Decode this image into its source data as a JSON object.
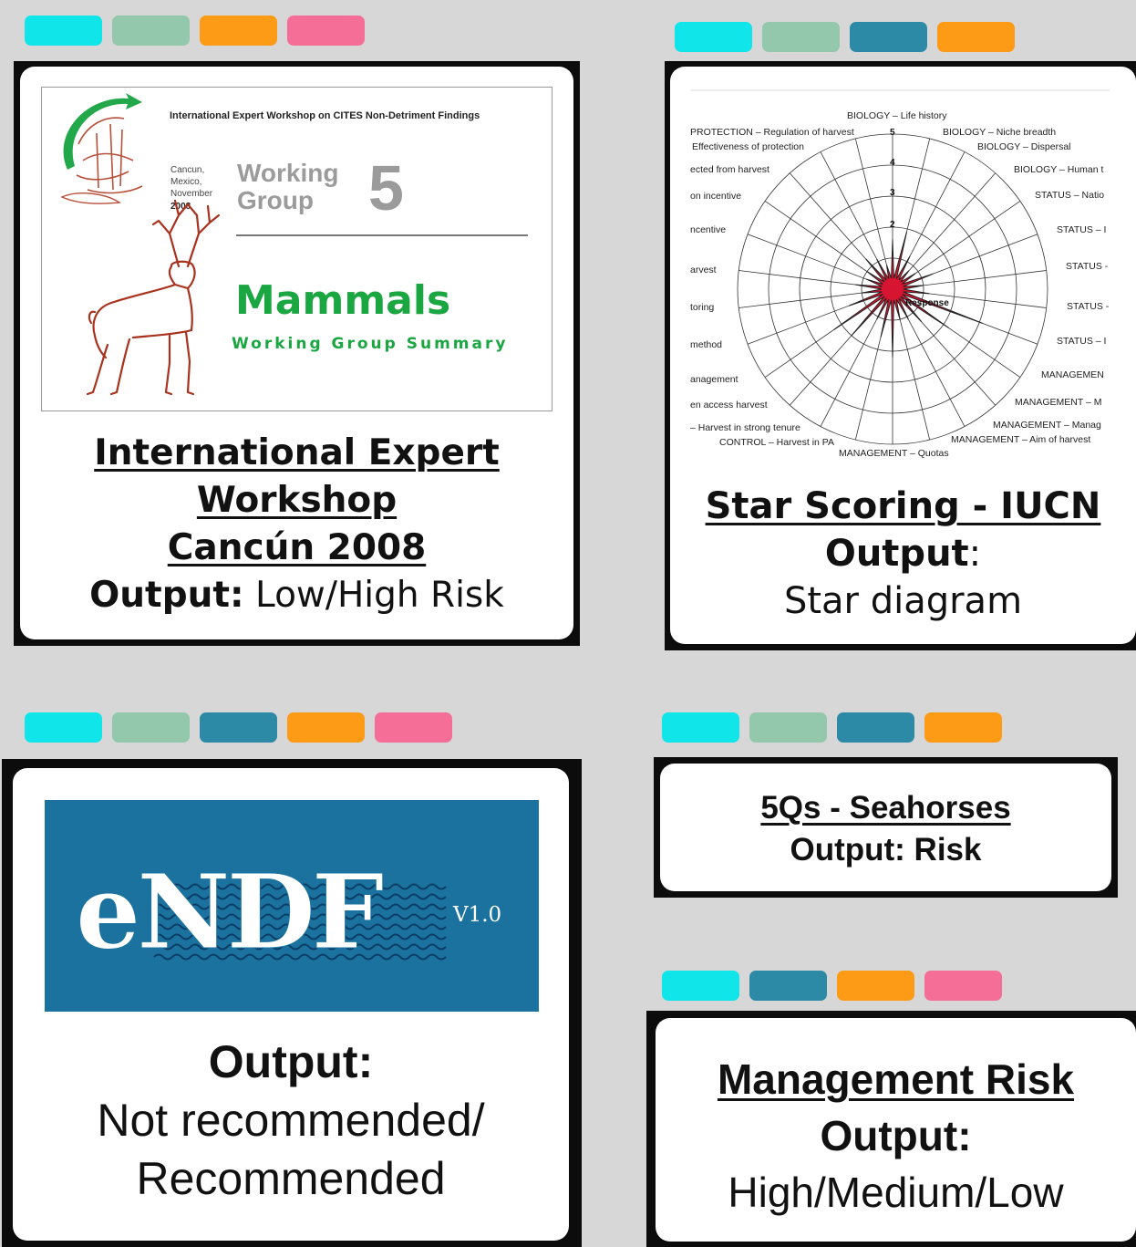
{
  "colors": {
    "cyan": "#10e6ea",
    "sage": "#93c8ac",
    "teal": "#2c8aa6",
    "orange": "#fd9a16",
    "pink": "#f56e98",
    "frame": "#0c0c0c",
    "endf_blue": "#1c729f",
    "star_red": "#d71530",
    "mammals_green": "#1aa640"
  },
  "card_workshop": {
    "poster": {
      "header": "International Expert Workshop on CITES Non-Detriment Findings",
      "place_lines": [
        "Cancun,",
        "Mexico,",
        "November",
        "2008"
      ],
      "working": "Working",
      "group": "Group",
      "number": "5",
      "title": "Mammals",
      "subtitle": "Working Group Summary"
    },
    "title_line1": "International Expert",
    "title_line2": "Workshop",
    "title_line3": "Cancún 2008",
    "output_label": "Output:",
    "output_value": " Low/High Risk"
  },
  "card_star": {
    "diagram": {
      "scale_labels": [
        "2",
        "3",
        "4",
        "5"
      ],
      "center_label": "Response",
      "axis_labels": [
        "BIOLOGY – Life history",
        "PROTECTION – Regulation of harvest",
        "BIOLOGY – Niche breadth",
        "Effectiveness of protection",
        "BIOLOGY – Dispersal",
        "ected from harvest",
        "BIOLOGY – Human t",
        "on incentive",
        "STATUS – Natio",
        "ncentive",
        "STATUS – I",
        "arvest",
        "STATUS -",
        "toring",
        "STATUS -",
        "method",
        "STATUS – I",
        "anagement",
        "MANAGEMEN",
        "en access harvest",
        "MANAGEMENT – M",
        "– Harvest in strong tenure",
        "MANAGEMENT – Manag",
        "CONTROL – Harvest in PA",
        "MANAGEMENT – Aim of harvest",
        "MANAGEMENT – Quotas"
      ]
    },
    "title": "Star Scoring - IUCN",
    "output_label": "Output",
    "output_colon": ":",
    "output_value": "Star diagram"
  },
  "card_endf": {
    "logo_text": "eNDF",
    "version": "V1.0",
    "output_label": "Output:",
    "line1": "Not recommended/",
    "line2": "Recommended"
  },
  "card_seahorse": {
    "title": "5Qs - Seahorses",
    "output": "Output: Risk"
  },
  "card_mgmt": {
    "title": "Management Risk",
    "output_label": "Output:",
    "output_value": "High/Medium/Low"
  }
}
